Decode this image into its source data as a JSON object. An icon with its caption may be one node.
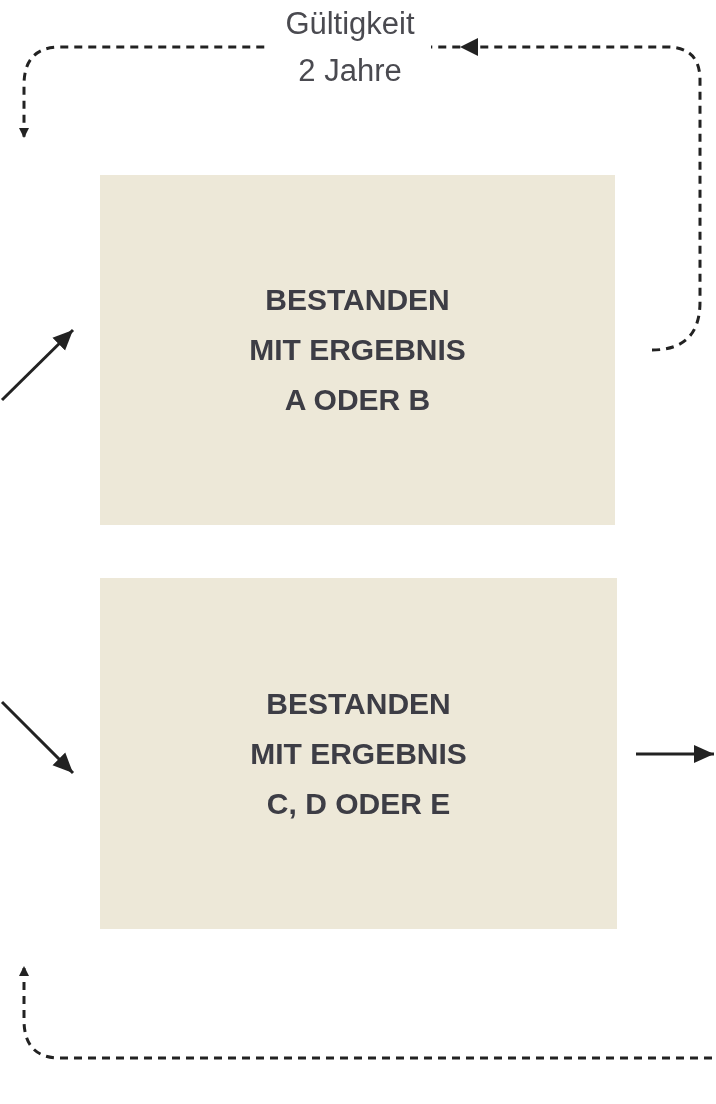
{
  "diagram": {
    "nodes": [
      {
        "text": [
          "BESTANDEN MIT ERGEBNIS A ODER B"
        ]
      },
      {
        "text": [
          "BESTANDEN MIT ERGEBNIS C, D ODER E"
        ]
      }
    ],
    "edges": [
      {
        "from": null,
        "to": 0,
        "arrow": "to"
      },
      {
        "from": null,
        "to": 1,
        "arrow": "to"
      },
      {
        "from": 1,
        "to": null,
        "arrow": "to"
      },
      {
        "from": 0,
        "to": null,
        "arrow": "to",
        "label": "Gültigkeit 2 Jahre",
        "style": "dashed"
      }
    ]
  }
}
